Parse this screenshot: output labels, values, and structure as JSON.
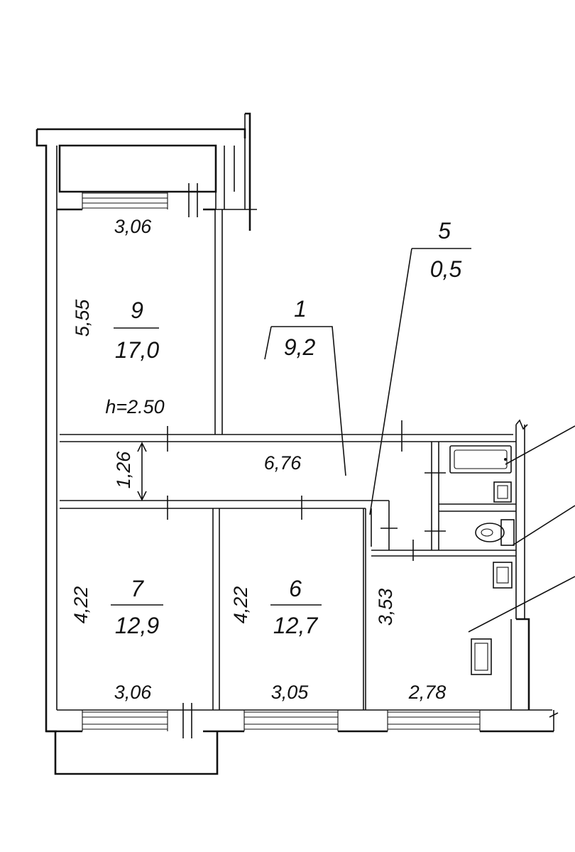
{
  "rooms": {
    "room_9": {
      "number": "9",
      "area": "17,0",
      "width": "3,06",
      "length": "5,55"
    },
    "room_1": {
      "number": "1",
      "area": "9,2",
      "length": "6,76",
      "width": "1,26"
    },
    "room_5": {
      "number": "5",
      "area": "0,5"
    },
    "room_7": {
      "number": "7",
      "area": "12,9",
      "width": "3,06",
      "length": "4,22"
    },
    "room_6": {
      "number": "6",
      "area": "12,7",
      "width": "3,05",
      "length": "4,22"
    },
    "kitchen": {
      "width": "2,78",
      "length": "3,53"
    }
  },
  "ceiling_height": "h=2.50"
}
